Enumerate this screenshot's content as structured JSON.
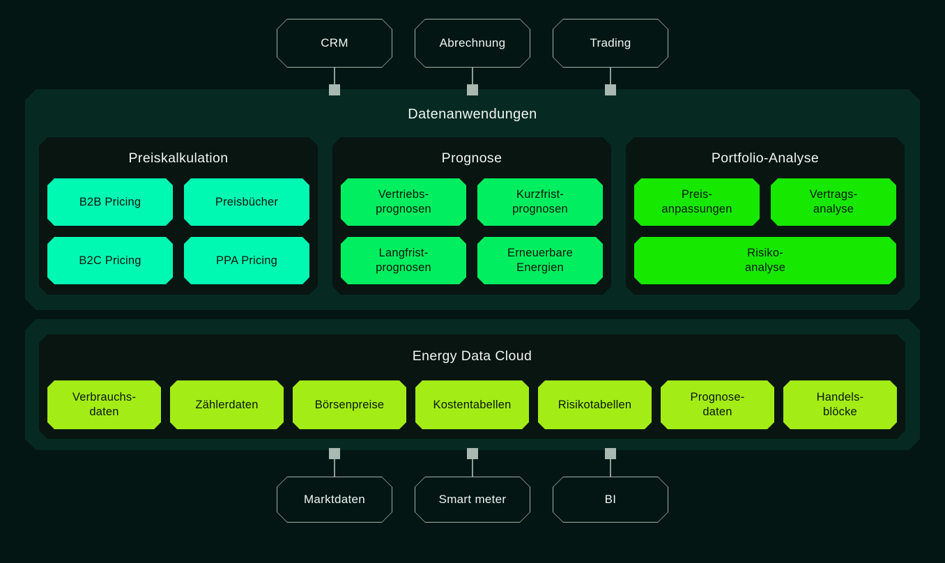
{
  "palette": {
    "background": "#031613",
    "container": "#062a21",
    "panel": "#081511",
    "outline": "#9fb1a9",
    "node_square": "#a9b8b0",
    "stem": "#8aa098",
    "title_text": "#f0f5f2",
    "chip_text": "#09170e"
  },
  "top_systems": [
    {
      "label": "CRM"
    },
    {
      "label": "Abrechnung"
    },
    {
      "label": "Trading"
    }
  ],
  "data_applications": {
    "title": "Datenanwendungen",
    "groups": [
      {
        "title": "Preiskalkulation",
        "chip_color": "#00f9b2",
        "items": [
          {
            "label": "B2B Pricing"
          },
          {
            "label": "Preisbücher"
          },
          {
            "label": "B2C Pricing"
          },
          {
            "label": "PPA Pricing"
          }
        ]
      },
      {
        "title": "Prognose",
        "chip_color": "#00ee5f",
        "items": [
          {
            "label": "Vertriebs-\nprognosen"
          },
          {
            "label": "Kurzfrist-\nprognosen"
          },
          {
            "label": "Langfrist-\nprognosen"
          },
          {
            "label": "Erneuerbare\nEnergien"
          }
        ]
      },
      {
        "title": "Portfolio-Analyse",
        "chip_color": "#17e800",
        "items": [
          {
            "label": "Preis-\nanpassungen"
          },
          {
            "label": "Vertrags-\nanalyse"
          },
          {
            "label": "Risiko-\nanalyse"
          }
        ]
      }
    ]
  },
  "energy_data_cloud": {
    "title": "Energy Data Cloud",
    "chip_color": "#a3ec16",
    "items": [
      {
        "label": "Verbrauchs-\ndaten"
      },
      {
        "label": "Zählerdaten"
      },
      {
        "label": "Börsenpreise"
      },
      {
        "label": "Kostentabellen"
      },
      {
        "label": "Risikotabellen"
      },
      {
        "label": "Prognose-\ndaten"
      },
      {
        "label": "Handels-\nblöcke"
      }
    ]
  },
  "bottom_systems": [
    {
      "label": "Marktdaten"
    },
    {
      "label": "Smart meter"
    },
    {
      "label": "BI"
    }
  ]
}
